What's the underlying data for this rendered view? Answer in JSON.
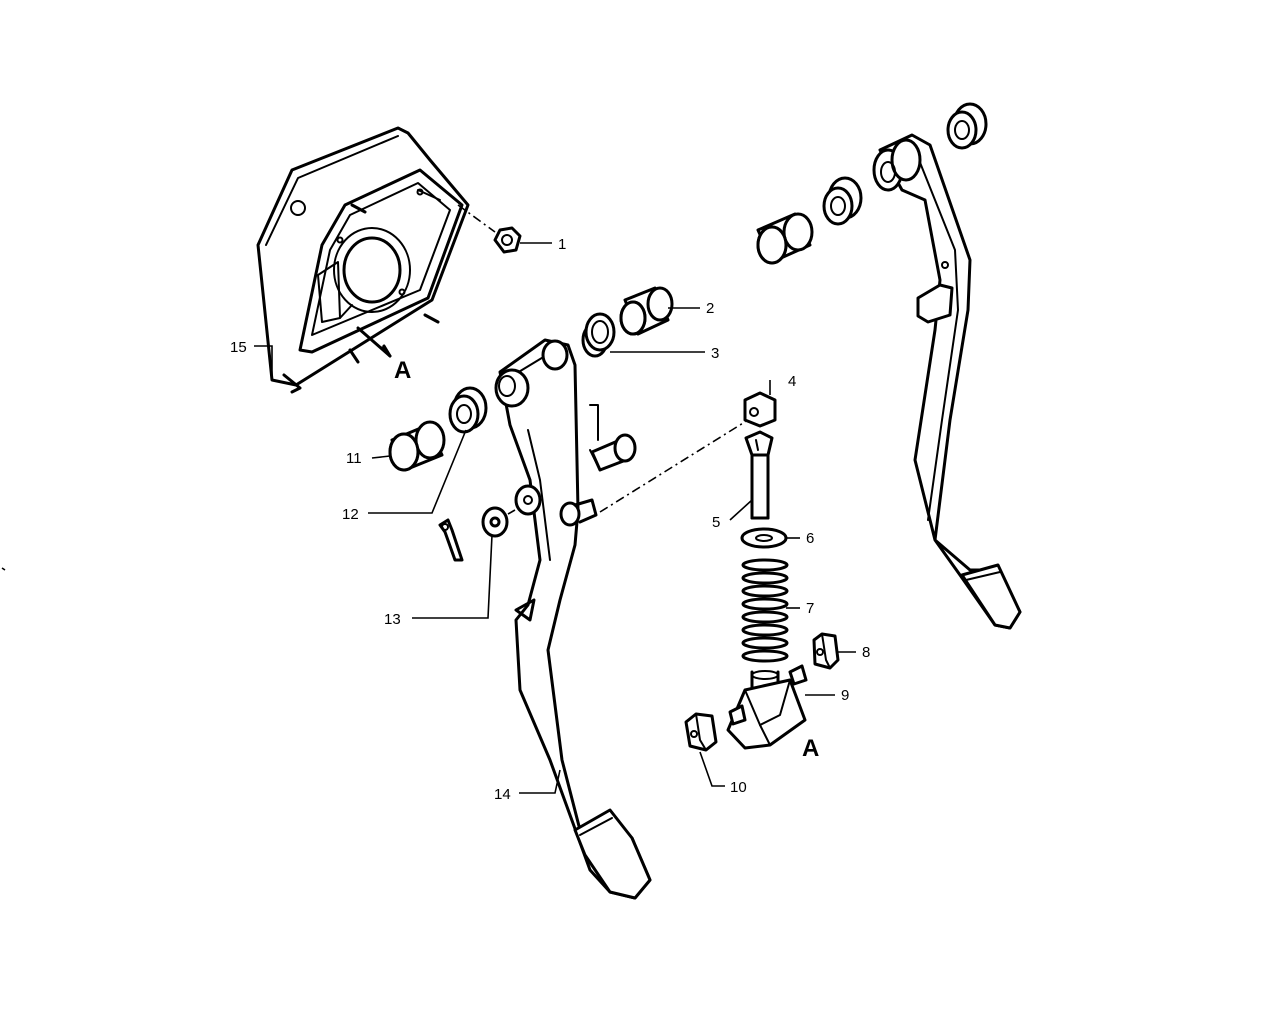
{
  "callouts": [
    {
      "id": "1",
      "text": "1"
    },
    {
      "id": "2",
      "text": "2"
    },
    {
      "id": "3",
      "text": "3"
    },
    {
      "id": "4",
      "text": "4"
    },
    {
      "id": "5",
      "text": "5"
    },
    {
      "id": "6",
      "text": "6"
    },
    {
      "id": "7",
      "text": "7"
    },
    {
      "id": "8",
      "text": "8"
    },
    {
      "id": "9",
      "text": "9"
    },
    {
      "id": "10",
      "text": "10"
    },
    {
      "id": "11",
      "text": "11"
    },
    {
      "id": "12",
      "text": "12"
    },
    {
      "id": "13",
      "text": "13"
    },
    {
      "id": "14",
      "text": "14"
    },
    {
      "id": "15",
      "text": "15"
    }
  ],
  "markers": {
    "bracket": "A",
    "spring_base": "A"
  }
}
